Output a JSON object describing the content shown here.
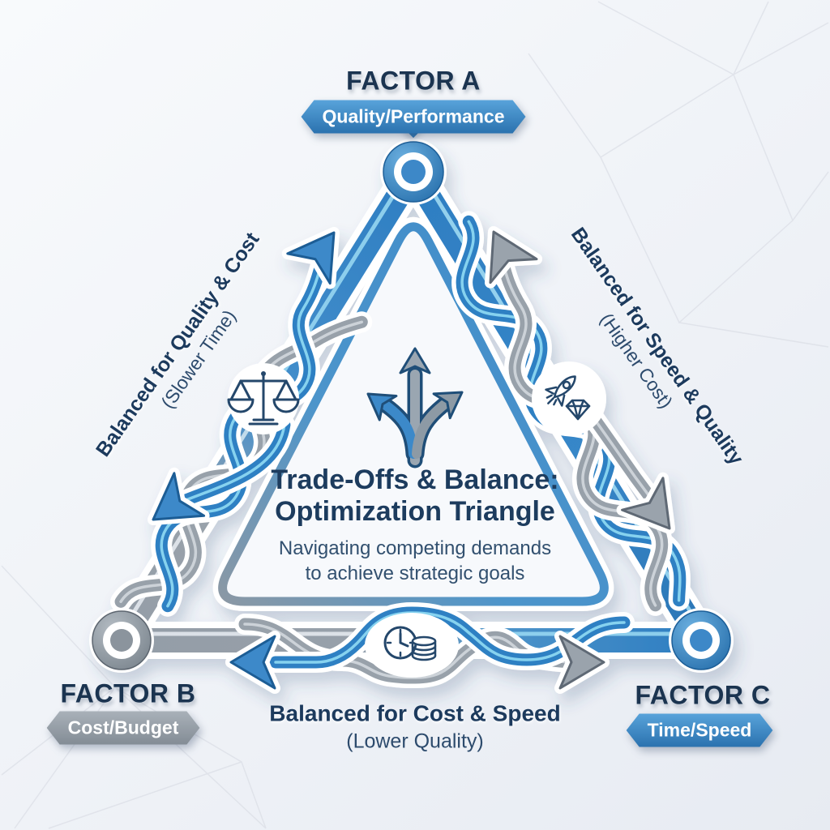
{
  "diagram": {
    "center": {
      "title": "Trade-Offs & Balance: Optimization Triangle",
      "subtitle": "Navigating competing demands to achieve strategic goals",
      "icon": "three-way-arrows-icon"
    },
    "factors": {
      "a": {
        "title": "FACTOR A",
        "badge": "Quality/Performance",
        "badge_color": "#2d74b0"
      },
      "b": {
        "title": "FACTOR B",
        "badge": "Cost/Budget",
        "badge_color": "#8a929b"
      },
      "c": {
        "title": "FACTOR C",
        "badge": "Time/Speed",
        "badge_color": "#2d74b0"
      }
    },
    "edges": {
      "left": {
        "label": "Balanced for Quality & Cost",
        "note": "(Slower Time)",
        "icon": "scales-icon"
      },
      "right": {
        "label": "Balanced for Speed & Quality",
        "note": "(Higher Cost)",
        "icon": "rocket-diamond-icon"
      },
      "bottom": {
        "label": "Balanced for Cost & Speed",
        "note": "(Lower Quality)",
        "icon": "clock-coins-icon"
      }
    },
    "colors": {
      "blue": "#2f80c3",
      "blue_dark": "#1d5d95",
      "blue_light": "#8fd2ef",
      "gray": "#98a1aa",
      "gray_dark": "#5f6974",
      "navy_text": "#1b3450",
      "background": "#eff2f7"
    }
  }
}
